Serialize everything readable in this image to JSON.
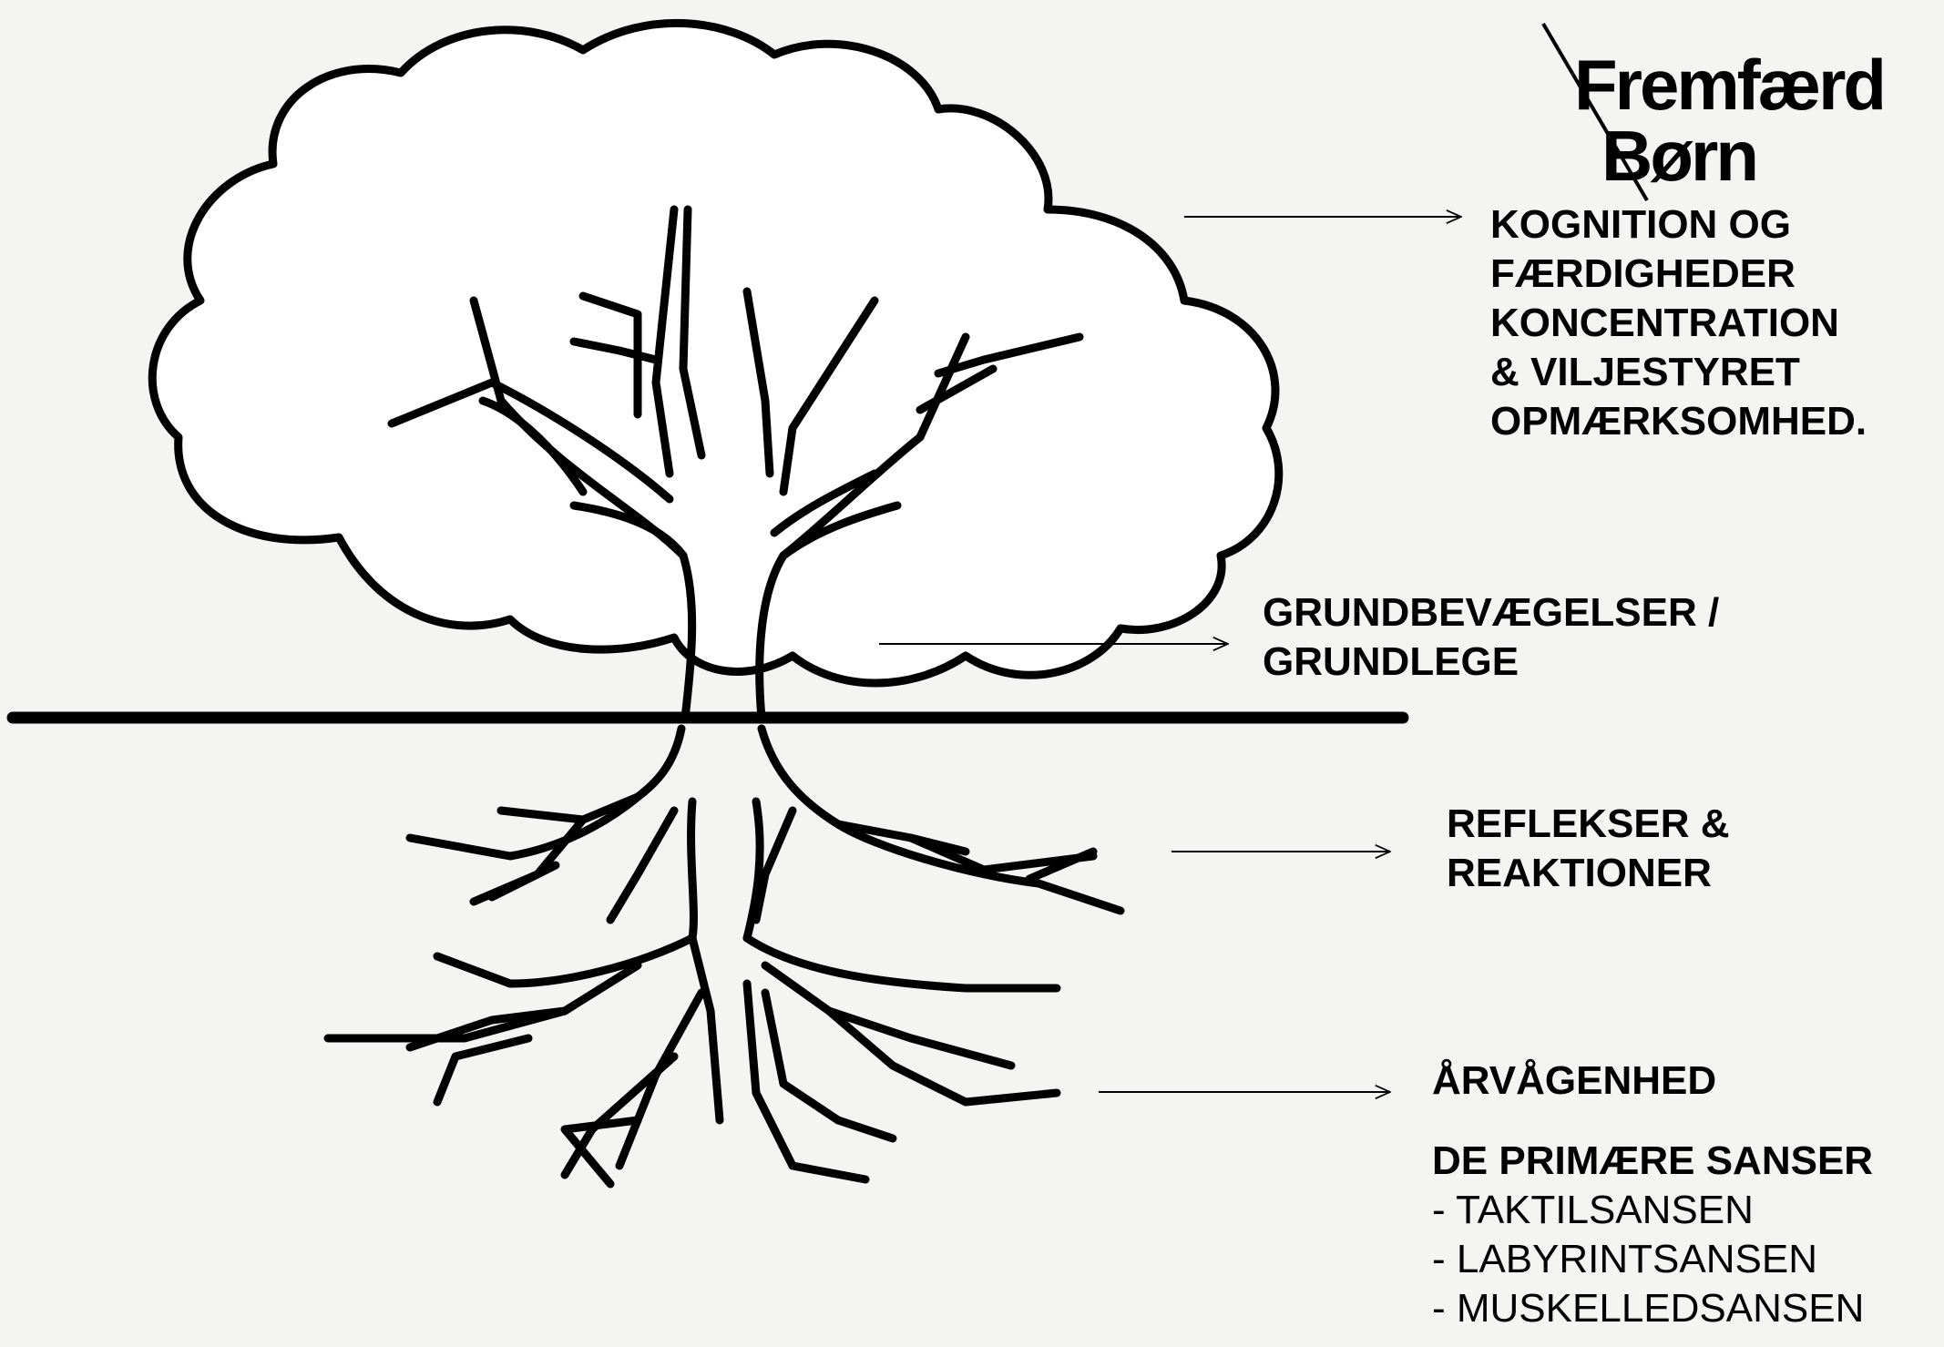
{
  "logo": {
    "line1": "Fremfærd",
    "line2": "Børn"
  },
  "labels": {
    "crown": [
      "KOGNITION OG",
      "FÆRDIGHEDER",
      "KONCENTRATION",
      "& VILJESTYRET",
      "OPMÆRKSOMHED."
    ],
    "trunk": [
      "GRUNDBEVÆGELSER /",
      "GRUNDLEGE"
    ],
    "upper_roots": [
      "REFLEKSER &",
      "REAKTIONER"
    ],
    "lower_roots_title": "ÅRVÅGENHED",
    "senses_title": "DE PRIMÆRE SANSER",
    "senses": [
      "- TAKTILSANSEN",
      "- LABYRINTSANSEN",
      "- MUSKELLEDSANSEN"
    ]
  }
}
